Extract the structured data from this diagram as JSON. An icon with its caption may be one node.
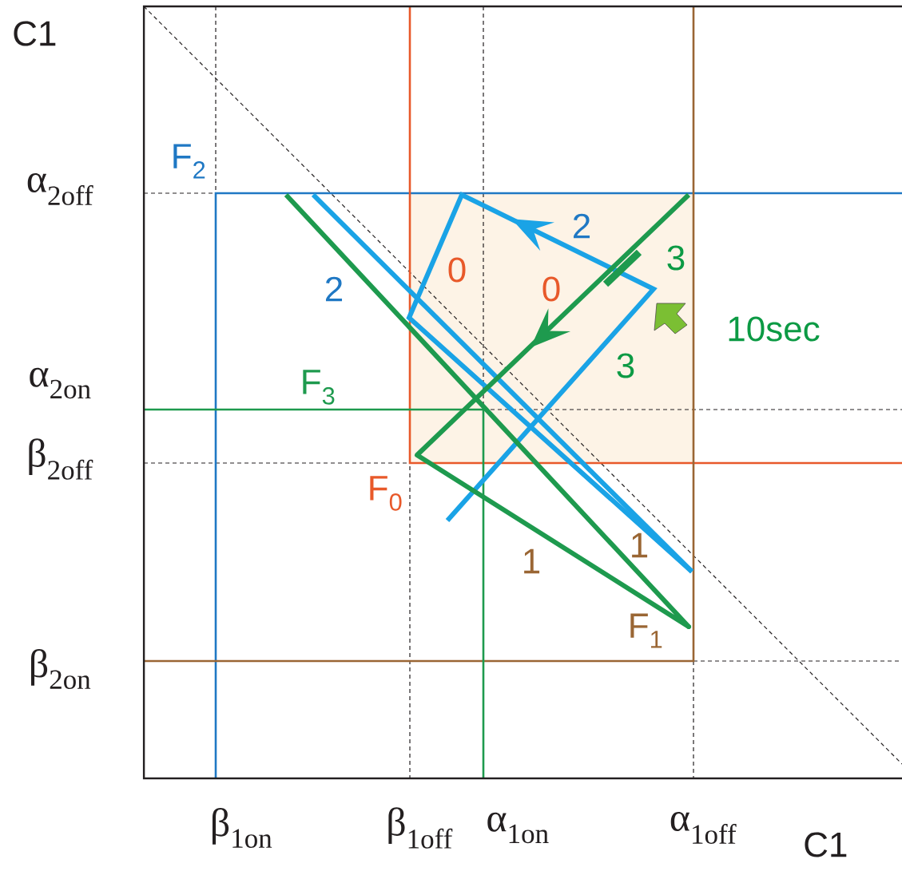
{
  "diagram": {
    "labels": [
      "C1",
      "α$_{2off}$",
      "α$_{2on}$",
      "β$_{2off}$",
      "β$_{2on}$",
      "β$_{1on}$",
      "β$_{1off}$",
      "α$_{1on}$",
      "α$_{1off}$",
      "C1",
      "F$_{2}$",
      "F$_{3}$",
      "F$_{0}$",
      "F$_{1}$",
      "2",
      "2",
      "0",
      "0",
      "3",
      "3",
      "1",
      "1",
      "10sec"
    ]
  }
}
